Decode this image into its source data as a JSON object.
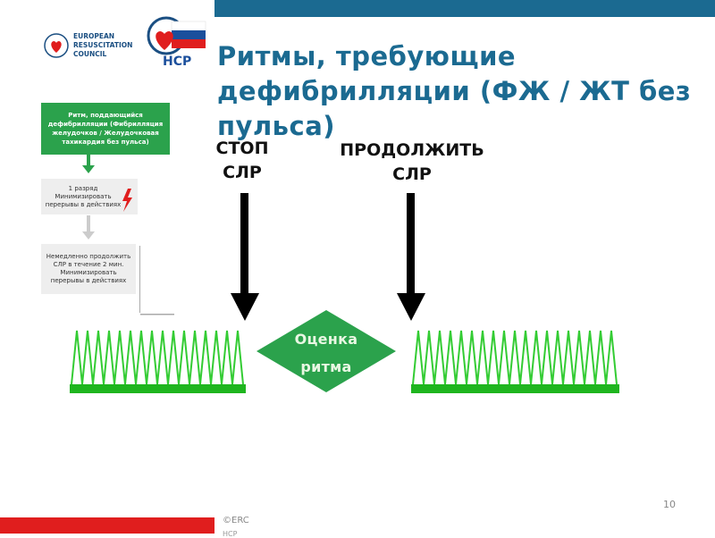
{
  "header": {
    "erc_logo_text": "EUROPEAN\nRESUSCITATION\nCOUNCIL",
    "ncr_logo_text": "НСР"
  },
  "title": "Ритмы, требующие дефибрилляции  (ФЖ / ЖТ без пульса)",
  "algorithm": {
    "box_green": "Ритм, поддающийся дефибрилляции (Фибрилляция желудочков / Желудочковая тахикардия без пульса)",
    "box_shock": "1 разряд Минимизировать перерывы в действиях",
    "box_cpr": "Немедленно продолжить СЛР в течение 2 мин. Минимизировать перерывы в действиях"
  },
  "labels": {
    "stop": "СТОП СЛР",
    "continue": "ПРОДОЛЖИТЬ СЛР"
  },
  "diamond": {
    "text": "Оценка ритма"
  },
  "footer": {
    "page_number": "10",
    "copyright": "©ERC",
    "copyright2": "НСР"
  },
  "colors": {
    "accent_blue": "#1b6a91",
    "green": "#2ba24c",
    "bright_green": "#1fb51f",
    "red": "#e01e1e"
  },
  "icons": [
    "heart-lungs-icon",
    "flag-heart-icon",
    "lightning-icon",
    "arrow-down-icon"
  ]
}
